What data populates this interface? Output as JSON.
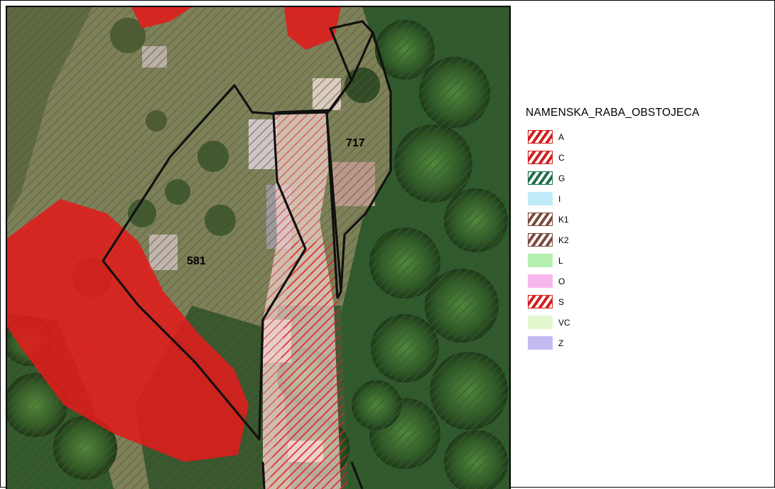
{
  "map": {
    "parcel_labels": [
      "581",
      "717"
    ]
  },
  "legend": {
    "title": "NAMENSKA_RABA_OBSTOJECA",
    "items": [
      {
        "label": "A",
        "pattern": "hatch",
        "color": "#d21f1f"
      },
      {
        "label": "C",
        "pattern": "hatch",
        "color": "#d21f1f"
      },
      {
        "label": "G",
        "pattern": "hatch",
        "color": "#1f6e4c"
      },
      {
        "label": "I",
        "pattern": "solid",
        "color": "#bfeaf7"
      },
      {
        "label": "K1",
        "pattern": "hatch",
        "color": "#7a4a3c"
      },
      {
        "label": "K2",
        "pattern": "hatch",
        "color": "#7a4a3c"
      },
      {
        "label": "L",
        "pattern": "solid",
        "color": "#b5f0b0"
      },
      {
        "label": "O",
        "pattern": "solid",
        "color": "#f7b7ee"
      },
      {
        "label": "S",
        "pattern": "hatch",
        "color": "#d21f1f"
      },
      {
        "label": "VC",
        "pattern": "solid",
        "color": "#e2f7ce"
      },
      {
        "label": "Z",
        "pattern": "solid",
        "color": "#c4baf2"
      }
    ]
  },
  "colors": {
    "forest": "#2f5a2a",
    "meadow": "#7b8358",
    "red_zone": "#e01b1b",
    "parcel_outline": "#111111"
  }
}
